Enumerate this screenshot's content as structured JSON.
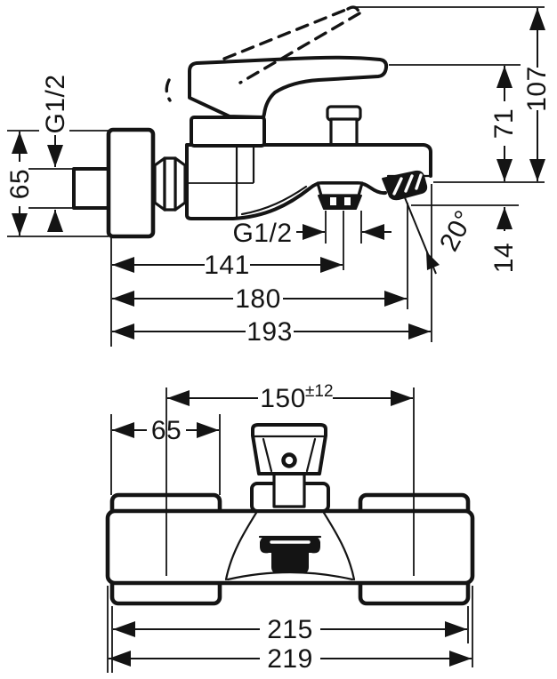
{
  "drawing_title": "bath mixer dimensional drawing",
  "colors": {
    "line": "#141414",
    "background": "#ffffff"
  },
  "side_view": {
    "labels": {
      "wall_thread": "G1/2",
      "wall_offset": "65",
      "height_total": "107",
      "height_body": "71",
      "outlet_thread": "G1/2",
      "depth_hose": "141",
      "depth_spout": "180",
      "depth_total": "193",
      "spout_angle": "20°",
      "spout_drop": "14"
    }
  },
  "front_view": {
    "labels": {
      "connection_spacing": "150",
      "connection_tolerance": "±12",
      "escutcheon_width": "65",
      "width_inner": "215",
      "width_total": "219"
    }
  }
}
